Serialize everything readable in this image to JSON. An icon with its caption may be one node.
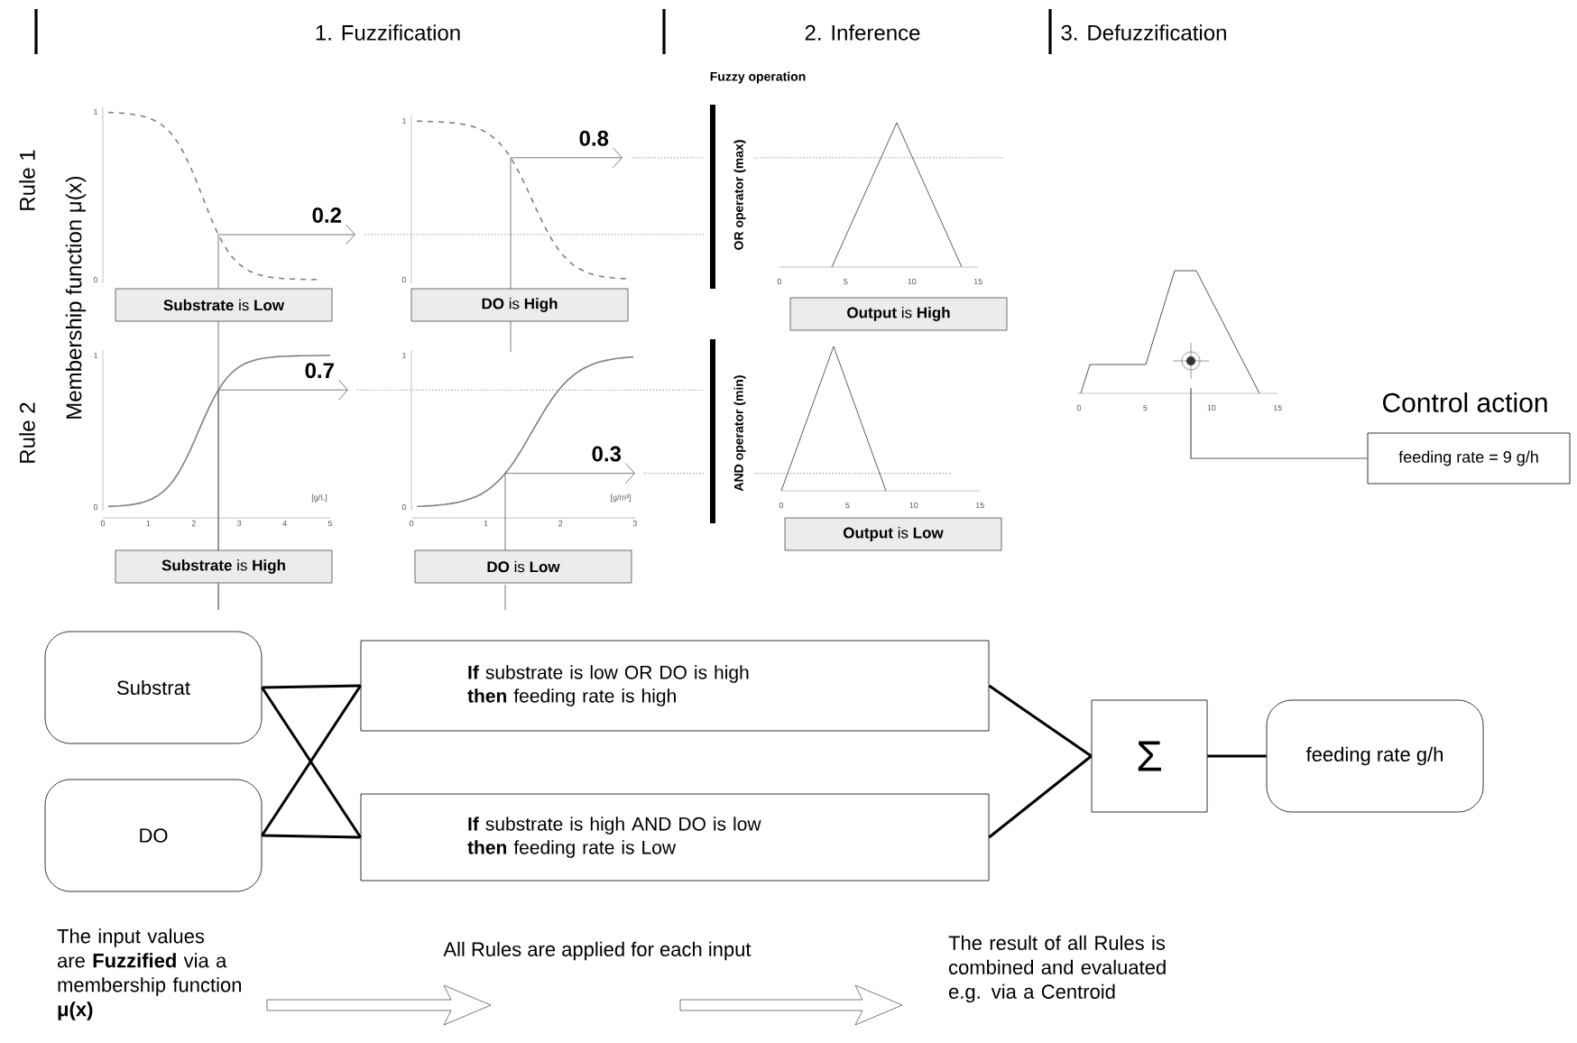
{
  "diagram": {
    "nodes": [
      {
        "text": [
          "**Substrate** is **Low**"
        ]
      },
      {
        "text": [
          "**DO** is **High**"
        ]
      },
      {
        "text": [
          "**Output** is **High**"
        ]
      },
      {
        "text": [
          "**Substrate** is **High**"
        ]
      },
      {
        "text": [
          "**DO** is **Low**"
        ]
      },
      {
        "text": [
          "**Output** is **Low**"
        ]
      },
      {
        "text": [
          "Control action",
          "feeding rate = 9 g/h"
        ]
      },
      {
        "text": [
          "Substrat"
        ]
      },
      {
        "text": [
          "DO"
        ]
      },
      {
        "text": [
          "**If** substrate is low OR DO is high **then** feeding rate is high"
        ]
      },
      {
        "text": [
          "**If** substrate is high AND DO is low **then** feeding rate is Low"
        ]
      },
      {
        "text": [
          "Σ"
        ]
      },
      {
        "text": [
          "feeding rate g/h"
        ]
      }
    ],
    "edges": [
      {
        "from": null,
        "to": 6,
        "arrow": "none"
      },
      {
        "from": 7,
        "to": 9,
        "arrow": "none"
      },
      {
        "from": 7,
        "to": 10,
        "arrow": "none"
      },
      {
        "from": 8,
        "to": 9,
        "arrow": "none"
      },
      {
        "from": 8,
        "to": 10,
        "arrow": "none"
      },
      {
        "from": 9,
        "to": 11,
        "arrow": "none"
      },
      {
        "from": 10,
        "to": 11,
        "arrow": "none"
      },
      {
        "from": 11,
        "to": 12,
        "arrow": "none"
      }
    ],
    "labels": [
      "1. Fuzzification",
      "2. Inference",
      "3. Defuzzification",
      "Fuzzy operation",
      "Rule 1",
      "Membership function μ(x)",
      "OR operator (max)",
      "0.8",
      "0.2",
      "Rule 2",
      "AND operator (min)",
      "0.7",
      "0.3",
      "The input values are **Fuzzified** via a membership function **μ(x)**",
      "All Rules are applied for each input",
      "The result of all Rules is combined and evaluated e.g. via a Centroid",
      "1",
      "0",
      "1",
      "0",
      "1",
      "0",
      "0",
      "1",
      "2",
      "3",
      "4",
      "5",
      "[g/L]",
      "1",
      "0",
      "0",
      "1",
      "2",
      "3",
      "[g/m³]",
      "0",
      "5",
      "10",
      "15",
      "0",
      "5",
      "10",
      "15",
      "0",
      "5",
      "10",
      "15"
    ]
  }
}
